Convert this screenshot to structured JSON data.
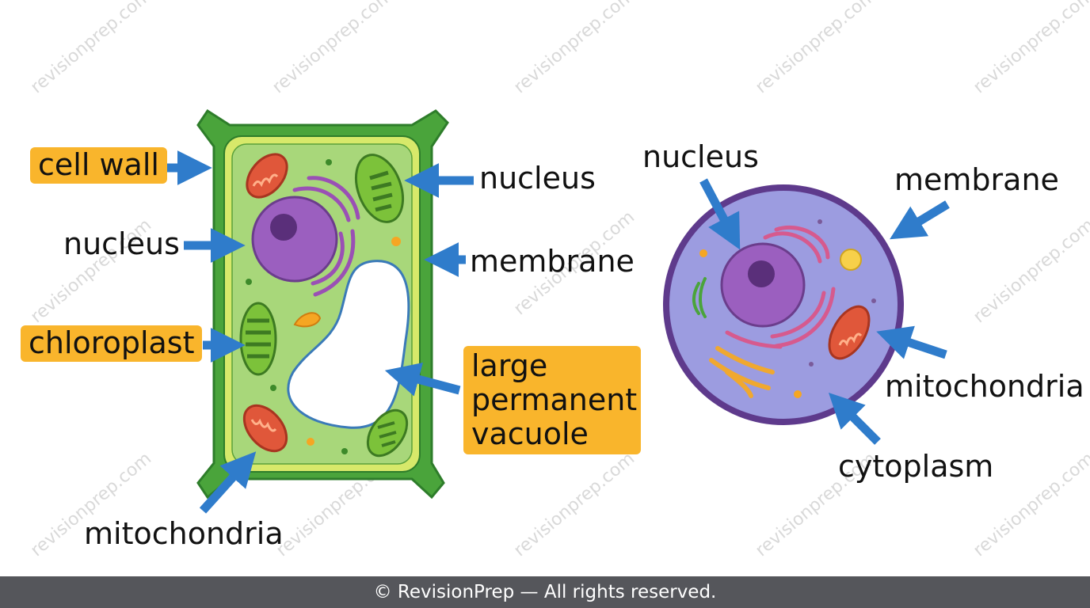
{
  "watermark": "revisionprep.com",
  "plant_cell": {
    "labels": {
      "cell_wall": "cell wall",
      "nucleus_left": "nucleus",
      "chloroplast": "chloroplast",
      "mitochondria": "mitochondria",
      "nucleus_right": "nucleus",
      "membrane": "membrane",
      "vacuole_line1": "large",
      "vacuole_line2": "permanent",
      "vacuole_line3": "vacuole"
    }
  },
  "animal_cell": {
    "labels": {
      "nucleus": "nucleus",
      "membrane": "membrane",
      "mitochondria": "mitochondria",
      "cytoplasm": "cytoplasm"
    }
  },
  "footer": {
    "copyright": "© RevisionPrep — All rights reserved."
  },
  "colors": {
    "highlight": "#f9b52c",
    "arrow": "#2f7ccb",
    "cell_wall": "#4aa43b",
    "plant_cytoplasm": "#a8d77a",
    "animal_cytoplasm": "#9c9ce0",
    "animal_membrane": "#5e3a8c",
    "nucleus": "#9b5fbf",
    "mitochondria": "#e0573a",
    "chloroplast": "#7cc23a"
  }
}
